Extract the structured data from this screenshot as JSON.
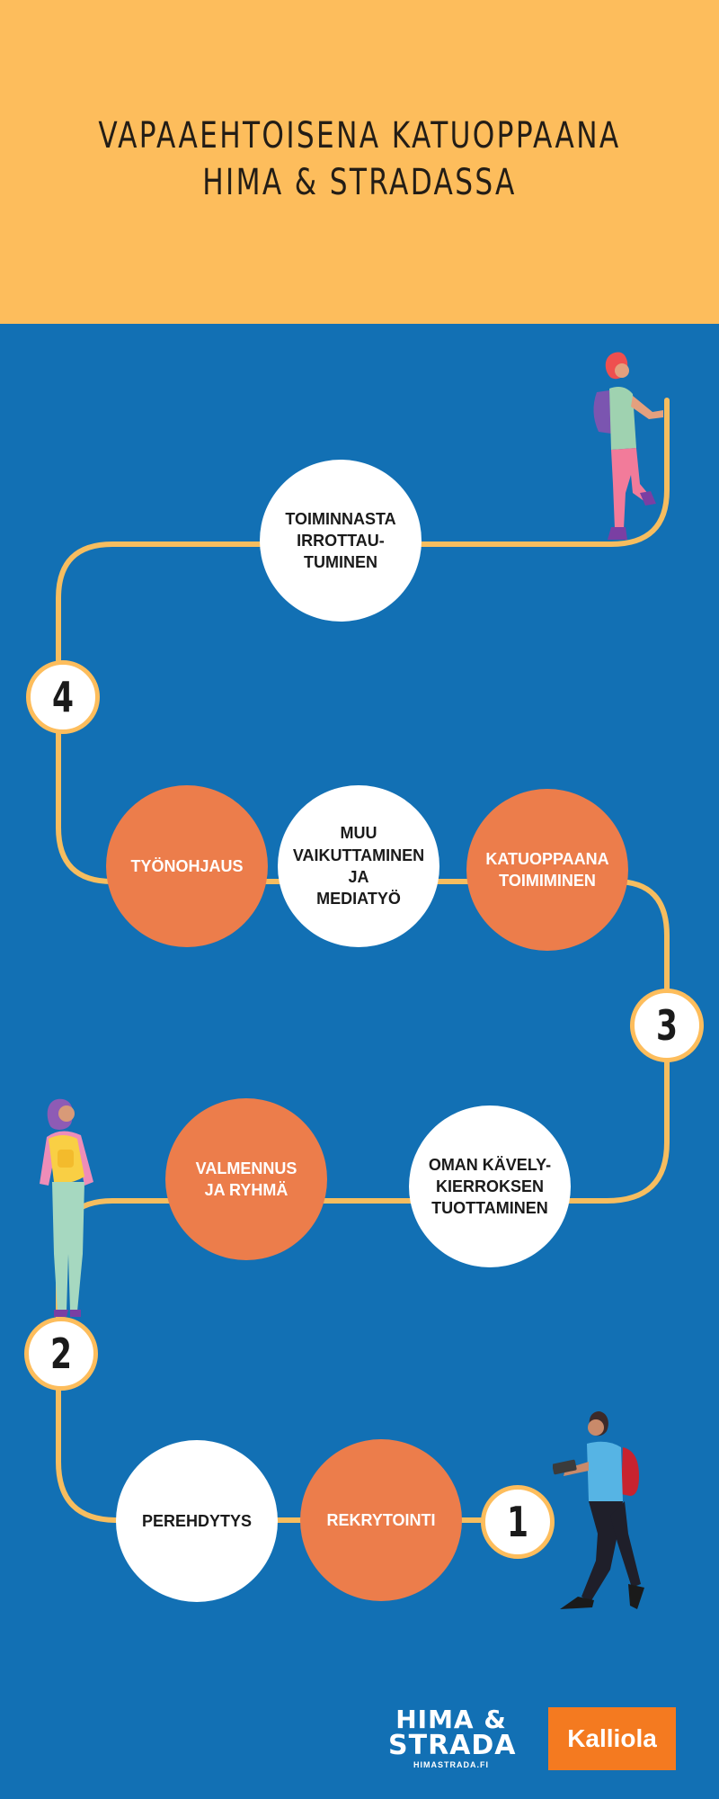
{
  "header": {
    "title_line1": "VAPAAEHTOISENA KATUOPPAANA",
    "title_line2": "HIMA & STRADASSA",
    "background_color": "#fdbd5c"
  },
  "colors": {
    "background": "#1270b4",
    "path": "#f6bd5f",
    "orange": "#ec7d4b",
    "white": "#ffffff"
  },
  "steps": [
    {
      "number": "1",
      "items": [
        "REKRYTOINTI",
        "PEREHDYTYS"
      ]
    },
    {
      "number": "2",
      "items": [
        "VALMENNUS\nJA RYHMÄ",
        "OMAN KÄVELY-\nKIERROKSEN\nTUOTTAMINEN"
      ]
    },
    {
      "number": "3",
      "items": [
        "KATUOPPAANA\nTOIMIMINEN",
        "MUU\nVAIKUTTAMINEN\nJA\nMEDIATYÖ",
        "TYÖNOHJAUS"
      ]
    },
    {
      "number": "4",
      "items": [
        "TOIMINNASTA\nIRROTTAU-\nTUMINEN"
      ]
    }
  ],
  "people": [
    "walking-man-with-tablet-illustration",
    "woman-with-backpack-illustration",
    "climbing-woman-illustration"
  ],
  "footer": {
    "hima_line1": "HIMA &",
    "hima_line2": "STRADA",
    "hima_url": "HIMASTRADA.FI",
    "kalliola": "Kalliola"
  }
}
